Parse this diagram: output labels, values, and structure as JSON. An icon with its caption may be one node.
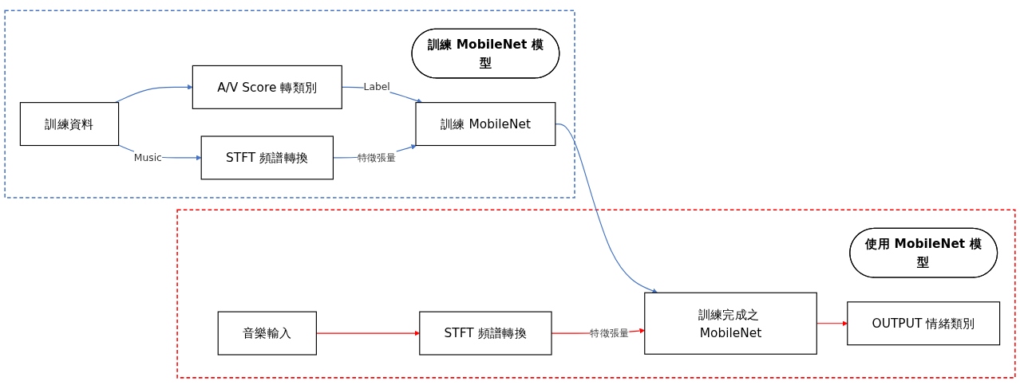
{
  "diagram": {
    "nodes": [
      {
        "text": [],
        "shape": "box"
      },
      {
        "text": [
          "訓練 MobileNet 模型"
        ],
        "in": 0
      },
      {
        "text": [
          "訓練資料"
        ],
        "in": 0
      },
      {
        "text": [
          "A/V Score 轉類別"
        ],
        "in": 0
      },
      {
        "text": [
          "STFT 頻譜轉換"
        ],
        "in": 0
      },
      {
        "text": [
          "訓練 MobileNet"
        ],
        "in": 0
      },
      {
        "text": [],
        "shape": "box"
      },
      {
        "text": [
          "使用 MobileNet 模型"
        ],
        "in": 6
      },
      {
        "text": [
          "音樂輸入"
        ],
        "in": 6
      },
      {
        "text": [
          "STFT 頻譜轉換"
        ],
        "in": 6
      },
      {
        "text": [
          "訓練完成之 MobileNet"
        ],
        "in": 6
      },
      {
        "text": [
          "OUTPUT 情緒類別"
        ],
        "in": 6
      }
    ],
    "edges": [
      {
        "from": 2,
        "to": 3,
        "arrow": "to"
      },
      {
        "from": 2,
        "to": 4,
        "arrow": "to",
        "label": "Music"
      },
      {
        "from": 3,
        "to": 5,
        "arrow": "to",
        "label": "Label"
      },
      {
        "from": 4,
        "to": 5,
        "arrow": "to",
        "label": "特徵張量"
      },
      {
        "from": 5,
        "to": 10,
        "arrow": "to"
      },
      {
        "from": 8,
        "to": 9,
        "arrow": "to",
        "color": "#ff0000"
      },
      {
        "from": 9,
        "to": 10,
        "arrow": "to",
        "label": "特徵張量",
        "color": "#ff0000"
      },
      {
        "from": 10,
        "to": 11,
        "arrow": "to",
        "color": "#ff0000"
      }
    ]
  }
}
